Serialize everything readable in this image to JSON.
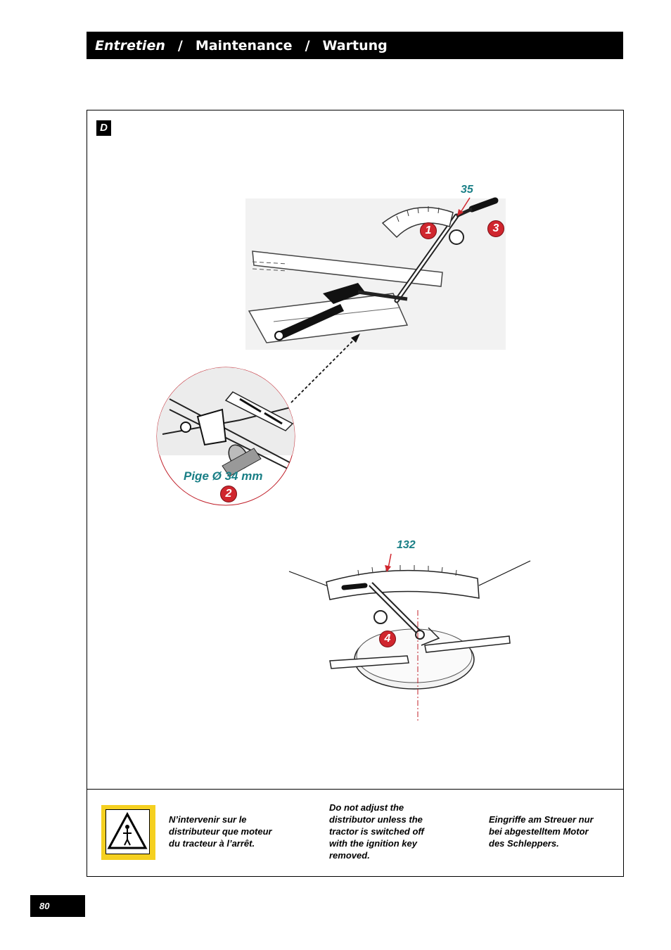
{
  "header": {
    "title_fr": "Entretien",
    "separator": "/",
    "title_en": "Maintenance",
    "title_de": "Wartung"
  },
  "section": {
    "letter": "D"
  },
  "figure_top": {
    "callout_value": "35",
    "badges": [
      "1",
      "2",
      "3"
    ],
    "detail_label": "Pige Ø 34 mm"
  },
  "figure_bottom": {
    "callout_value": "132",
    "badges": [
      "4"
    ]
  },
  "warning": {
    "icon": "warning-triangle-person-icon",
    "text_fr": "N’intervenir sur le\ndistributeur que moteur\ndu tracteur à l’arrêt.",
    "text_en": "Do not adjust the\ndistributor unless the\ntractor is switched off\nwith the ignition key\nremoved.",
    "text_de": "Eingriffe am Streuer nur\nbei abgestelltem Motor\ndes Schleppers."
  },
  "footer": {
    "page_number": "80"
  },
  "colors": {
    "header_bg": "#000000",
    "callout_teal": "#1a7f86",
    "badge_red": "#d0262e",
    "warning_yellow": "#f5d020"
  }
}
